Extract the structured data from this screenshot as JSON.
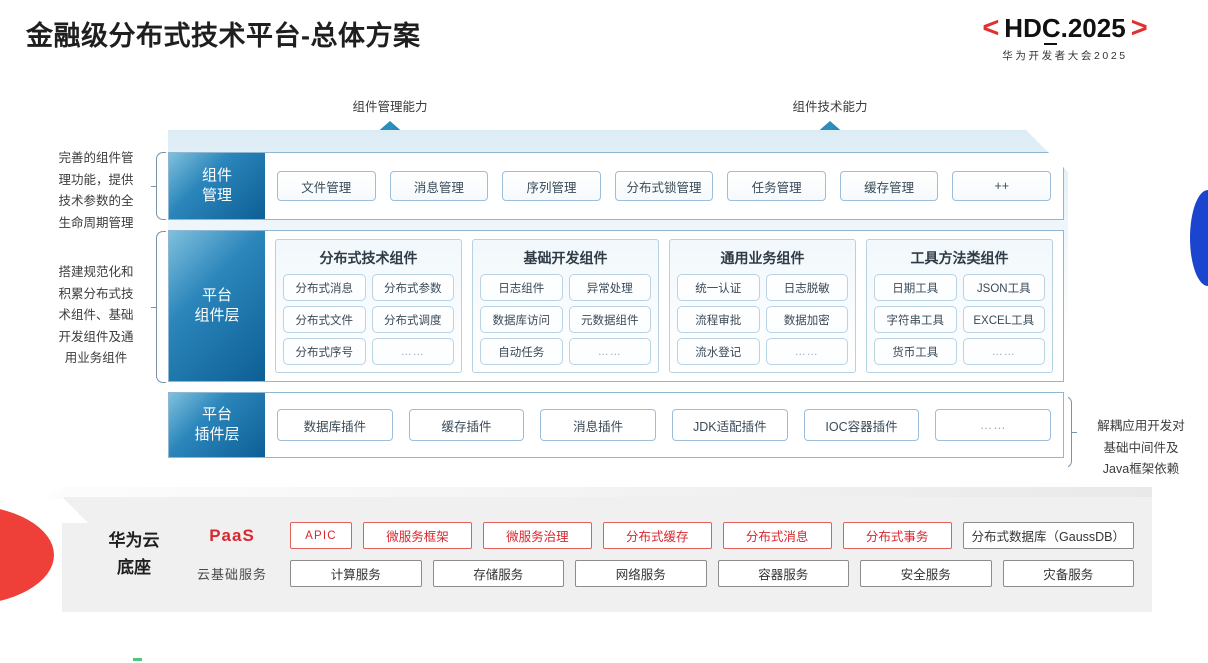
{
  "header": {
    "title": "金融级分布式技术平台-总体方案",
    "logo_bracket_left": "<",
    "logo_text": "HDC.2025",
    "logo_bracket_right": ">",
    "logo_subtitle": "华为开发者大会2025"
  },
  "callouts": [
    {
      "label": "组件管理能力"
    },
    {
      "label": "组件技术能力"
    }
  ],
  "notes": {
    "left_top": "完善的组件管\n理功能，提供\n技术参数的全\n生命周期管理",
    "left_top_lines": [
      "完善的组件管",
      "理功能，提供",
      "技术参数的全",
      "生命周期管理"
    ],
    "left_mid_lines": [
      "搭建规范化和",
      "积累分布式技",
      "术组件、基础",
      "开发组件及通",
      "用业务组件"
    ],
    "right_lines": [
      "解耦应用开发对",
      "基础中间件及",
      "Java框架依赖"
    ]
  },
  "rows": {
    "management": {
      "label_lines": [
        "组件",
        "管理"
      ],
      "items": [
        "文件管理",
        "消息管理",
        "序列管理",
        "分布式锁管理",
        "任务管理",
        "缓存管理",
        "++"
      ]
    },
    "component_layer": {
      "label_lines": [
        "平台",
        "组件层"
      ],
      "groups": [
        {
          "title": "分布式技术组件",
          "cells": [
            "分布式消息",
            "分布式参数",
            "分布式文件",
            "分布式调度",
            "分布式序号",
            "……"
          ]
        },
        {
          "title": "基础开发组件",
          "cells": [
            "日志组件",
            "异常处理",
            "数据库访问",
            "元数据组件",
            "自动任务",
            "……"
          ]
        },
        {
          "title": "通用业务组件",
          "cells": [
            "统一认证",
            "日志脱敏",
            "流程审批",
            "数据加密",
            "流水登记",
            "……"
          ]
        },
        {
          "title": "工具方法类组件",
          "cells": [
            "日期工具",
            "JSON工具",
            "字符串工具",
            "EXCEL工具",
            "货币工具",
            "……"
          ]
        }
      ]
    },
    "plugin_layer": {
      "label_lines": [
        "平台",
        "插件层"
      ],
      "items": [
        "数据库插件",
        "缓存插件",
        "消息插件",
        "JDK适配插件",
        "IOC容器插件",
        "……"
      ]
    }
  },
  "base": {
    "title_lines": [
      "华为云",
      "底座"
    ],
    "paas_label": "PaaS",
    "cloud_label": "云基础服务",
    "paas_items": [
      "APIC",
      "微服务框架",
      "微服务治理",
      "分布式缓存",
      "分布式消息",
      "分布式事务",
      "分布式数据库（GaussDB）"
    ],
    "cloud_items": [
      "计算服务",
      "存储服务",
      "网络服务",
      "容器服务",
      "安全服务",
      "灾备服务"
    ]
  },
  "colors": {
    "accent_red": "#d7282f",
    "brand_blue": "#0d5f95",
    "arrow_blue": "#2e90bd",
    "wedge_red": "#ee4038",
    "arc_blue": "#1c45cf"
  }
}
